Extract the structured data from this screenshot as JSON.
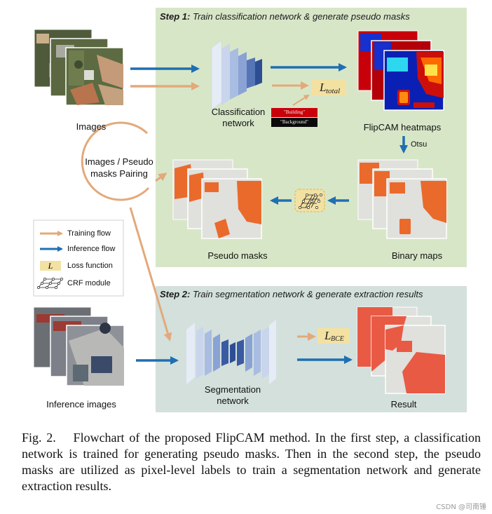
{
  "step1": {
    "label": "Step 1:",
    "title": "Train classification network & generate pseudo masks"
  },
  "step2": {
    "label": "Step 2:",
    "title": "Train segmentation network & generate extraction results"
  },
  "nodes": {
    "images": "Images",
    "classification_network": "Classification network",
    "flipcam_heatmaps": "FlipCAM heatmaps",
    "binary_maps": "Binary maps",
    "pseudo_masks": "Pseudo masks",
    "pairing": "Images / Pseudo masks Pairing",
    "otsu": "Otsu",
    "inference_images": "Inference images",
    "segmentation_network": "Segmentation network",
    "result": "Result"
  },
  "loss": {
    "total_main": "L",
    "total_sub": "total",
    "bce_main": "L",
    "bce_sub": "BCE"
  },
  "class_tags": {
    "building": "\"Building\"",
    "background": "\"Background\""
  },
  "legend": {
    "training_flow": "Training flow",
    "inference_flow": "Inference flow",
    "loss_symbol": "L",
    "loss_function": "Loss function",
    "crf_module": "CRF module"
  },
  "caption": "Fig. 2.  Flowchart of the proposed FlipCAM method. In the first step, a classification network is trained for generating pseudo masks. Then in the second step, the pseudo masks are utilized as pixel-level labels to train a segmentation network and generate extraction results.",
  "watermark": "CSDN @司南锤",
  "colors": {
    "step1_bg": "#d8e6c8",
    "step2_bg": "#d3e0dc",
    "training_arrow": "#e3a97a",
    "inference_arrow": "#1f6fb2",
    "mask_orange": "#ea6a2c",
    "result_red": "#e95a45",
    "loss_bg": "#f3e1a2"
  }
}
